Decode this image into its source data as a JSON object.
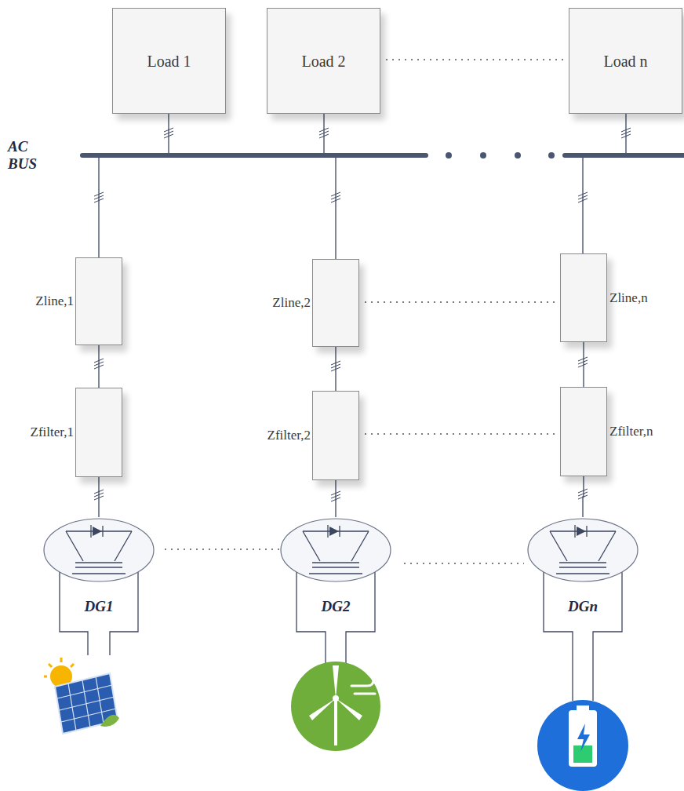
{
  "diagram": {
    "nodes": [
      {
        "text": [
          "Load 1"
        ]
      },
      {
        "text": [
          "Load 2"
        ]
      },
      {
        "text": [
          "Load n"
        ]
      },
      {
        "text": [
          "Zline,1"
        ]
      },
      {
        "text": [
          "Zline,2"
        ]
      },
      {
        "text": [
          "Zline,n"
        ]
      },
      {
        "text": [
          "Zfilter,1"
        ]
      },
      {
        "text": [
          "Zfilter,2"
        ]
      },
      {
        "text": [
          "Zfilter,n"
        ]
      },
      {
        "text": [
          "DG1"
        ]
      },
      {
        "text": [
          "DG2"
        ]
      },
      {
        "text": [
          "DGn"
        ]
      }
    ],
    "edges": [
      {
        "from": 3,
        "to": 6,
        "arrow": "none"
      },
      {
        "from": 4,
        "to": 7,
        "arrow": "none"
      },
      {
        "from": 5,
        "to": 8,
        "arrow": "none"
      },
      {
        "from": 6,
        "to": 9,
        "arrow": "none"
      },
      {
        "from": 7,
        "to": 10,
        "arrow": "none"
      },
      {
        "from": 8,
        "to": 11,
        "arrow": "none"
      }
    ],
    "labels": [
      "AC BUS"
    ]
  }
}
